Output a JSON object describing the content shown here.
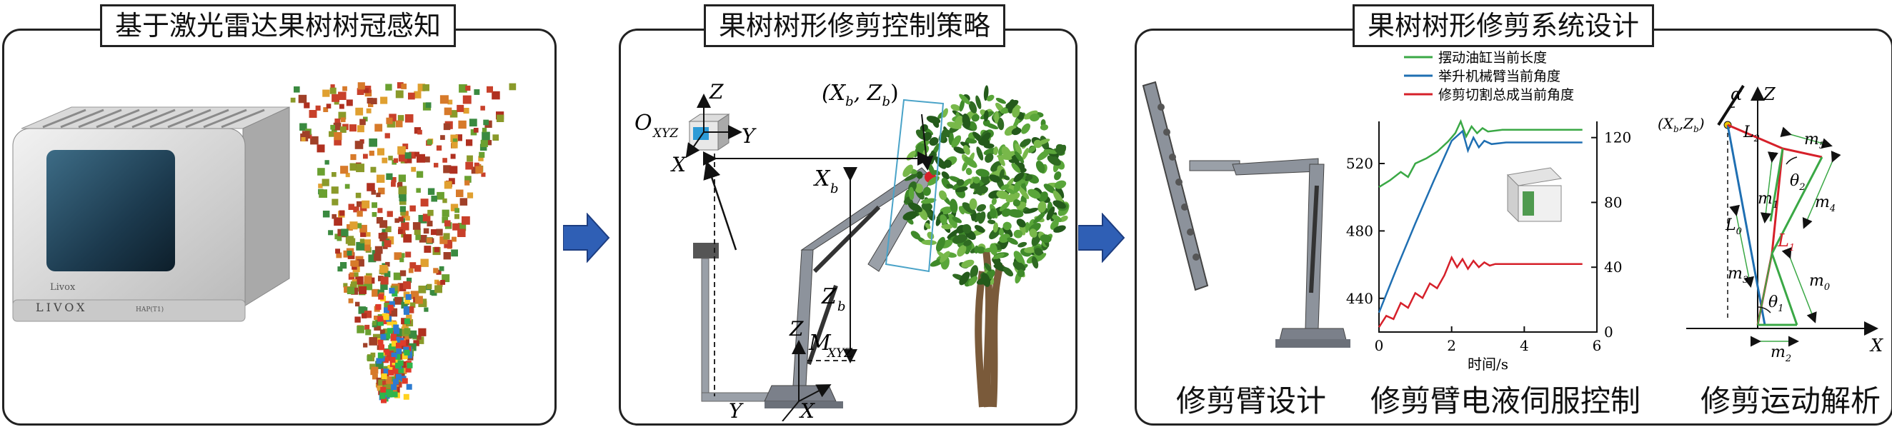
{
  "panels": {
    "p1": {
      "title": "基于激光雷达果树树冠感知",
      "device_label": "LIVOX",
      "device_small_label": "Livox",
      "device_model": "HAP(T1)"
    },
    "p2": {
      "title": "果树树形修剪控制策略"
    },
    "p3": {
      "title": "果树树形修剪系统设计"
    }
  },
  "p2_labels": {
    "O": "O",
    "O_sub": "XYZ",
    "Z": "Z",
    "Y": "Y",
    "X": "X",
    "XbZb_left": "(X",
    "XbZb_sub1": "b",
    "XbZb_mid": ", Z",
    "XbZb_sub2": "b",
    "XbZb_right": ")",
    "Xb": "X",
    "Xb_sub": "b",
    "Zb": "Z",
    "Zb_sub": "b",
    "M": "M",
    "M_sub": "XYZ",
    "Z2": "Z",
    "Y2": "Y",
    "X2": "X"
  },
  "captions": {
    "arm_design": "修剪臂设计",
    "servo": "修剪臂电液伺服控制",
    "kinematics": "修剪运动解析"
  },
  "chart_data": {
    "type": "line",
    "xlabel": "时间/s",
    "x_ticks": [
      "0",
      "2",
      "4",
      "6"
    ],
    "xlim": [
      0,
      6
    ],
    "left_ticks": [
      "440",
      "480",
      "520"
    ],
    "left_lim": [
      420,
      545
    ],
    "right_ticks": [
      "0",
      "40",
      "80",
      "120"
    ],
    "right_lim": [
      0,
      130
    ],
    "legend_position": "top",
    "series": [
      {
        "name": "摆动油缸当前长度",
        "color": "#3aa845",
        "axis": "left",
        "x": [
          0,
          0.3,
          0.6,
          0.8,
          1.0,
          1.3,
          1.6,
          1.9,
          2.1,
          2.25,
          2.4,
          2.55,
          2.7,
          2.85,
          3.0,
          3.4,
          4.0,
          5.0,
          5.6
        ],
        "y": [
          506,
          510,
          515,
          512,
          520,
          523,
          527,
          533,
          538,
          545,
          536,
          542,
          538,
          541,
          539,
          540,
          540,
          540,
          540
        ]
      },
      {
        "name": "举升机械臂当前角度",
        "color": "#1f6fb2",
        "axis": "right",
        "x": [
          0,
          0.5,
          1.0,
          1.5,
          2.0,
          2.3,
          2.45,
          2.6,
          2.75,
          2.9,
          3.1,
          3.5,
          4.5,
          5.6
        ],
        "y": [
          12,
          40,
          67,
          93,
          118,
          124,
          112,
          120,
          114,
          118,
          116,
          117,
          117,
          117
        ]
      },
      {
        "name": "修剪切割总成当前角度",
        "color": "#d6202a",
        "axis": "right",
        "x": [
          0,
          0.2,
          0.4,
          0.6,
          0.8,
          1.0,
          1.2,
          1.4,
          1.6,
          1.8,
          2.0,
          2.15,
          2.3,
          2.45,
          2.6,
          2.75,
          2.9,
          3.05,
          3.2,
          3.5,
          4.5,
          5.6
        ],
        "y": [
          3,
          10,
          8,
          18,
          15,
          24,
          21,
          30,
          27,
          35,
          46,
          40,
          45,
          39,
          44,
          40,
          43,
          41,
          42,
          42,
          42,
          42
        ]
      }
    ]
  },
  "kin_labels": {
    "alpha": "α",
    "Z": "Z",
    "X": "X",
    "XbZb": "(X",
    "sub_b": "b",
    "comma_Z": ",Z",
    "sub_b2": "b",
    "close": ")",
    "L2": "L",
    "L2_sub": "2",
    "m5": "m",
    "m5_sub": "5",
    "theta2": "θ",
    "theta2_sub": "2",
    "m1": "m",
    "m1_sub": "1",
    "m4": "m",
    "m4_sub": "4",
    "L0": "L",
    "L0_sub": "0",
    "L1": "L",
    "L1_sub": "1",
    "m3": "m",
    "m3_sub": "3",
    "m0": "m",
    "m0_sub": "0",
    "theta1": "θ",
    "theta1_sub": "1",
    "m2": "m",
    "m2_sub": "2"
  },
  "colors": {
    "green": "#3aa845",
    "blue": "#1f6fb2",
    "red": "#d6202a",
    "arrow": "#2f5fb5"
  }
}
